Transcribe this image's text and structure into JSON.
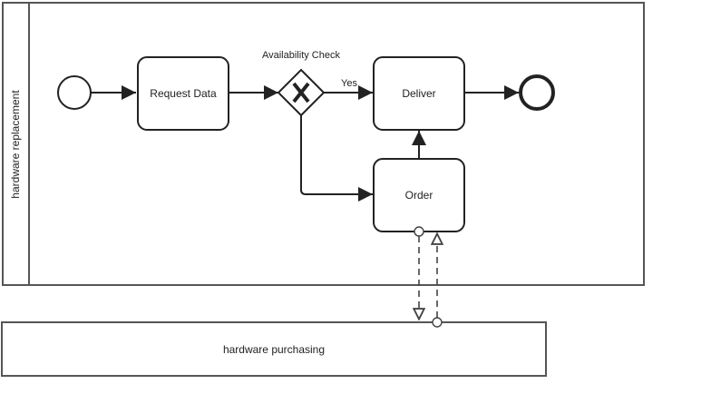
{
  "pools": {
    "main": {
      "label": "hardware replacement"
    },
    "external": {
      "label": "hardware purchasing"
    }
  },
  "elements": {
    "start_event": {
      "type": "start-event"
    },
    "request_data": {
      "label": "Request Data"
    },
    "gateway": {
      "label": "Availability Check",
      "type": "exclusive-gateway"
    },
    "deliver": {
      "label": "Deliver"
    },
    "order": {
      "label": "Order"
    },
    "end_event": {
      "type": "end-event"
    }
  },
  "flows": {
    "yes_label": "Yes"
  },
  "colors": {
    "stroke": "#222222",
    "pool_stroke": "#555555"
  }
}
